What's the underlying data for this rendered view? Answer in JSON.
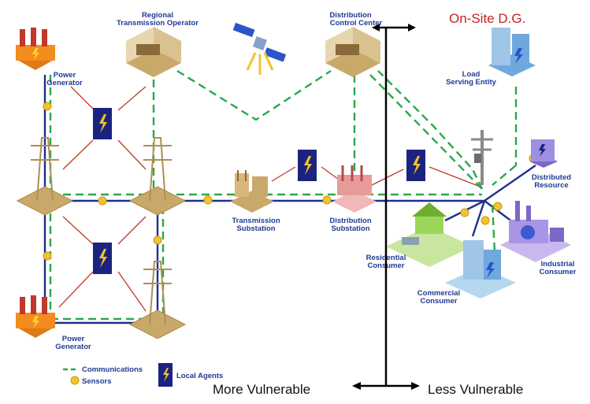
{
  "labels": {
    "regional_operator": [
      "Regional",
      "Transmission Operator"
    ],
    "distribution_control": [
      "Distribution",
      "Control Center"
    ],
    "power_generator_top": [
      "Power",
      "Generator"
    ],
    "power_generator_bottom": [
      "Power",
      "Generator"
    ],
    "load_serving": [
      "Load",
      "Serving Entity"
    ],
    "transmission_substation": [
      "Transmission",
      "Substation"
    ],
    "distribution_substation": [
      "Distribution",
      "Substation"
    ],
    "distributed_resource": [
      "Distributed",
      "Resource"
    ],
    "residential": [
      "Residential",
      "Consumer"
    ],
    "commercial": [
      "Commercial",
      "Consumer"
    ],
    "industrial": [
      "Industrial",
      "Consumer"
    ]
  },
  "annotations": {
    "onsite": "On-Site D.G.",
    "more_vulnerable": "More Vulnerable",
    "less_vulnerable": "Less Vulnerable"
  },
  "legend": {
    "communications": "Communications",
    "sensors": "Sensors",
    "local_agents": "Local Agents"
  },
  "colors": {
    "power_line": "#1f2f8f",
    "comm_line": "#2aa84a",
    "agent_link": "#c0392b",
    "sensor": "#f2c230",
    "agent_box": "#1a2480",
    "tower_base": "#c9a96a",
    "annotation_red": "#c81e1e"
  }
}
